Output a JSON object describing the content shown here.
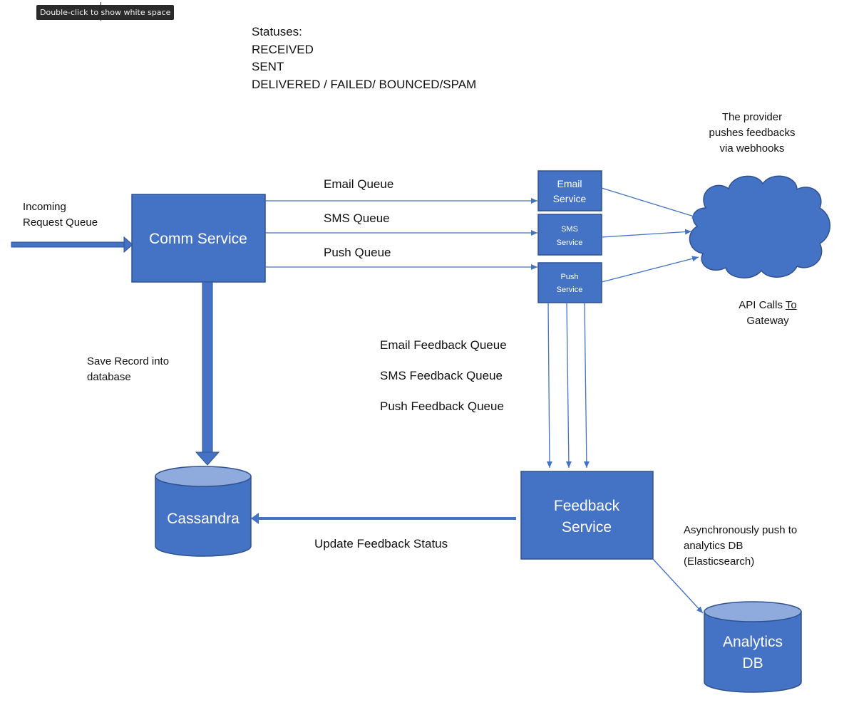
{
  "tooltip": {
    "text": "Double-click to show white space"
  },
  "statuses": {
    "heading": "Statuses:",
    "lines": [
      "RECEIVED",
      "SENT",
      "DELIVERED / FAILED/ BOUNCED/SPAM"
    ]
  },
  "incoming": {
    "line1": "Incoming",
    "line2": "Request Queue"
  },
  "comm_service": {
    "label": "Comm Service"
  },
  "queues": {
    "email": "Email Queue",
    "sms": "SMS Queue",
    "push": "Push Queue"
  },
  "services": {
    "email": {
      "line1": "Email",
      "line2": "Service"
    },
    "sms": {
      "line1": "SMS",
      "line2": "Service"
    },
    "push": {
      "line1": "Push",
      "line2": "Service"
    }
  },
  "provider_note": {
    "line1": "The provider",
    "line2": "pushes feedbacks",
    "line3": "via webhooks"
  },
  "gateway": {
    "line1_prefix": "API Calls ",
    "line1_link": "To",
    "line2": "Gateway"
  },
  "save_record": {
    "line1": "Save Record into",
    "line2": "database"
  },
  "feedback_queues": {
    "email": "Email Feedback Queue",
    "sms": "SMS Feedback Queue",
    "push": "Push Feedback Queue"
  },
  "cassandra": {
    "label": "Cassandra"
  },
  "feedback_service": {
    "line1": "Feedback",
    "line2": "Service"
  },
  "update_status": {
    "label": "Update Feedback Status"
  },
  "async_note": {
    "line1": "Asynchronously push to",
    "line2": "analytics DB",
    "line3": "(Elasticsearch)"
  },
  "analytics_db": {
    "line1": "Analytics",
    "line2": "DB"
  },
  "colors": {
    "fill": "#4472c4",
    "stroke": "#2f528f",
    "db_top": "#8faadc",
    "text_on_fill": "#ffffff",
    "arrow": "#4472c4"
  }
}
